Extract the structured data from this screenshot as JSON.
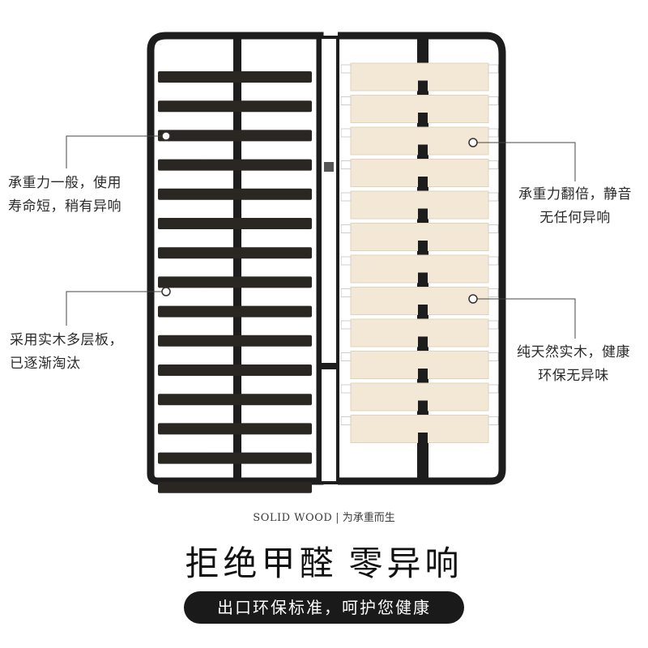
{
  "callouts": {
    "left_top": [
      "承重力一般，使用",
      "寿命短，稍有异响"
    ],
    "left_bottom": [
      "采用实木多层板，",
      "已逐渐淘汰"
    ],
    "right_top": [
      "承重力翻倍，静音",
      "无任何异响"
    ],
    "right_bottom": [
      "纯天然实木，健康",
      "环保无异味"
    ]
  },
  "tagline": {
    "en": "SOLID WOOD",
    "separator": "|",
    "cn": "为承重而生"
  },
  "headline": {
    "part1": "拒绝甲醛",
    "part2": "零异响"
  },
  "pill": "出口环保标准，呵护您健康",
  "colors": {
    "frame": "#1d1d1d",
    "dark_slat": "#2a2622",
    "wood_slat": "#f3e8d6",
    "pill_bg": "#1a1a1a"
  }
}
